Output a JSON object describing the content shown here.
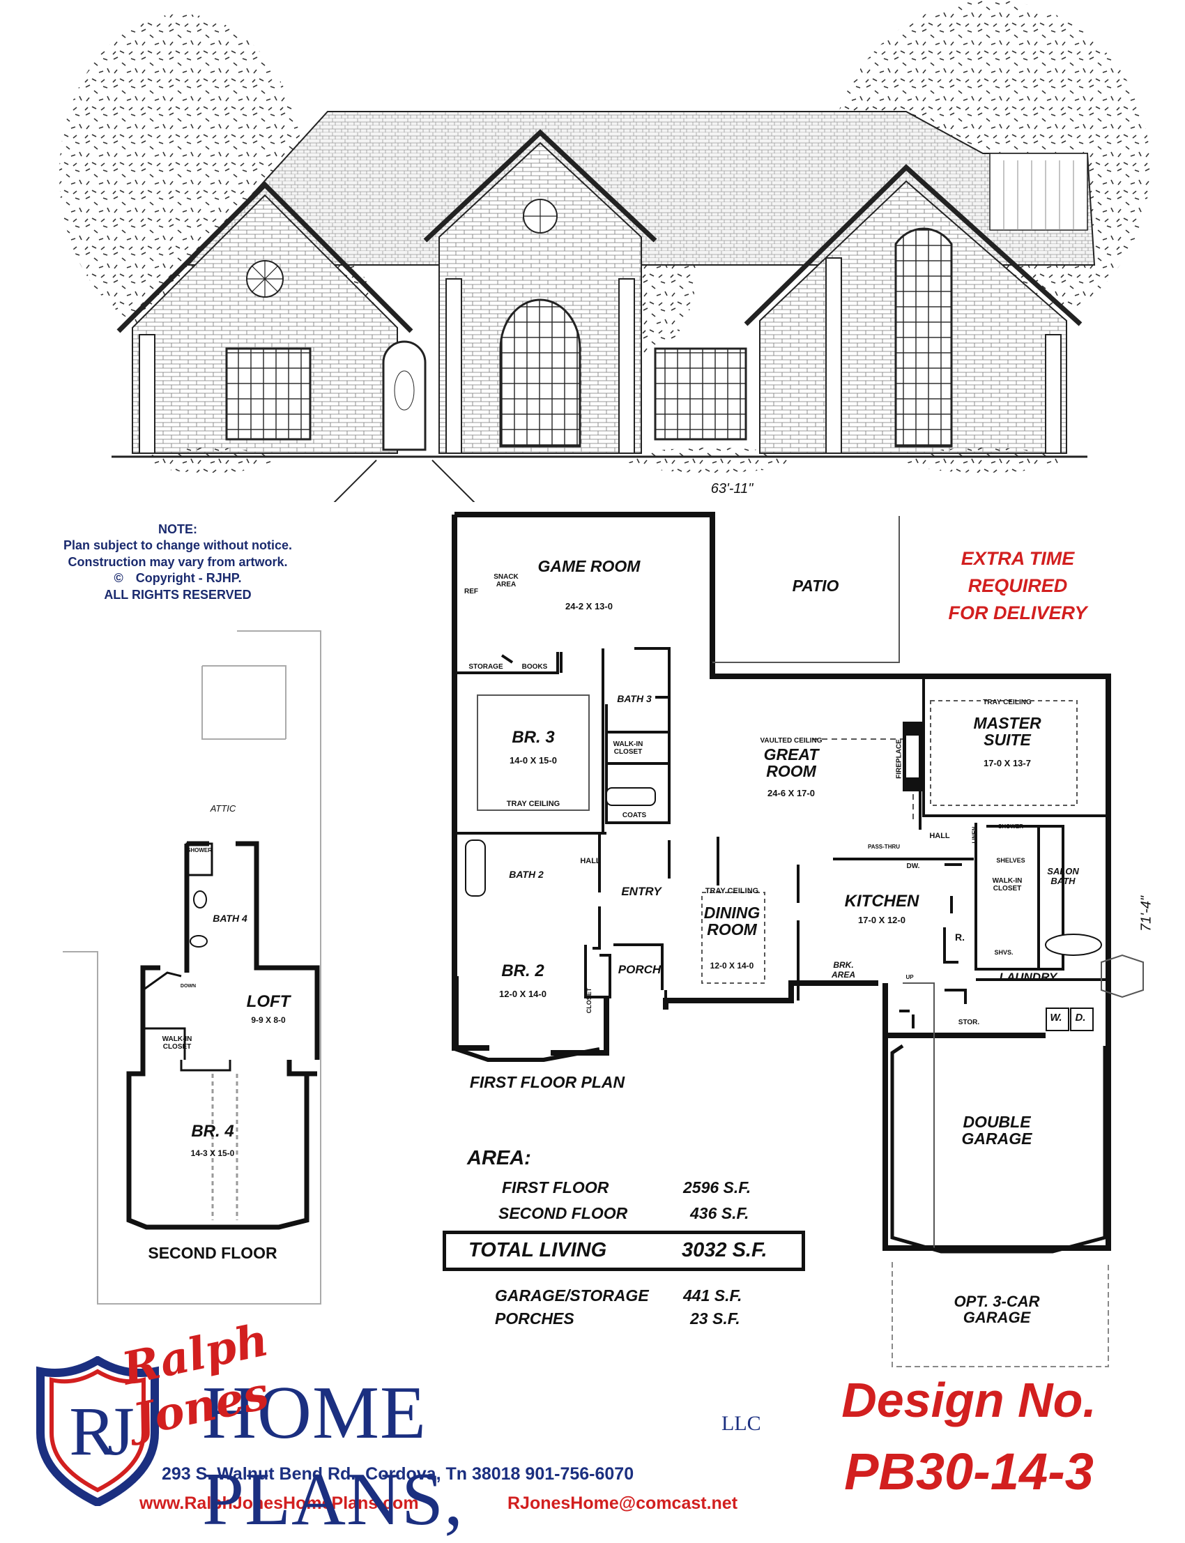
{
  "elevation": {
    "width_dim": "63'-11\""
  },
  "note": {
    "title": "NOTE:",
    "lines": [
      "Plan subject to change without notice.",
      "Construction may vary from artwork.",
      "Copyright - RJHP.",
      "ALL RIGHTS RESERVED"
    ],
    "copyright_symbol": "©"
  },
  "extra_time": [
    "EXTRA TIME",
    "REQUIRED",
    "FOR DELIVERY"
  ],
  "side_dim": "71'-4\"",
  "first_floor": {
    "caption": "FIRST FLOOR PLAN",
    "rooms": {
      "game_room": {
        "name": "GAME ROOM",
        "size": "24-2 X 13-0"
      },
      "patio": {
        "name": "PATIO"
      },
      "snack_area": "SNACK AREA",
      "ref": "REF",
      "storage": "STORAGE",
      "books": "BOOKS",
      "bath3": "BATH 3",
      "br3": {
        "name": "BR. 3",
        "size": "14-0 X 15-0",
        "ceiling": "TRAY CEILING"
      },
      "walkin_closet": "WALK-IN CLOSET",
      "coats": "COATS",
      "great_room": {
        "ceiling": "VAULTED CEILING",
        "name": "GREAT ROOM",
        "size": "24-6 X 17-0"
      },
      "fireplace": "FIREPLACE",
      "master": {
        "ceiling": "TRAY CEILING",
        "name": "MASTER SUITE",
        "size": "17-0 X 13-7"
      },
      "hall_master": "HALL",
      "linen": "LINEN",
      "shower_master": "SHOWER",
      "pass_thru": "PASS-THRU",
      "dw": "DW.",
      "shelves": "SHELVES",
      "master_walkin": "WALK-IN CLOSET",
      "salon_bath": "SALON BATH",
      "shvs": "SHVS.",
      "bath2": "BATH 2",
      "hall": "HALL",
      "entry": "ENTRY",
      "dining": {
        "ceiling": "TRAY CEILING",
        "name": "DINING ROOM",
        "size": "12-0 X 14-0"
      },
      "kitchen": {
        "name": "KITCHEN",
        "size": "17-0 X 12-0"
      },
      "r": "R.",
      "brk_area": "BRK. AREA",
      "up": "UP",
      "laundry": "LAUNDRY",
      "stor": "STOR.",
      "w": "W.",
      "d": "D.",
      "br2": {
        "name": "BR. 2",
        "size": "12-0 X 14-0"
      },
      "closet": "CLOSET",
      "porch": "PORCH",
      "garage": {
        "name": "DOUBLE GARAGE"
      },
      "opt_garage": {
        "name": "OPT. 3-CAR GARAGE"
      }
    }
  },
  "second_floor": {
    "caption": "SECOND FLOOR",
    "attic": "ATTIC",
    "shower": "SHOWER",
    "bath4": "BATH 4",
    "down": "DOWN",
    "loft": {
      "name": "LOFT",
      "size": "9-9 X 8-0"
    },
    "walkin": "WALK-IN CLOSET",
    "br4": {
      "name": "BR. 4",
      "size": "14-3 X 15-0"
    }
  },
  "area": {
    "title": "AREA:",
    "rows": [
      {
        "label": "FIRST FLOOR",
        "value": "2596 S.F."
      },
      {
        "label": "SECOND FLOOR",
        "value": "436 S.F."
      }
    ],
    "total": {
      "label": "TOTAL LIVING",
      "value": "3032 S.F."
    },
    "extra_rows": [
      {
        "label": "GARAGE/STORAGE",
        "value": "441 S.F."
      },
      {
        "label": "PORCHES",
        "value": "23 S.F."
      }
    ]
  },
  "branding": {
    "logo_letters": "RJ",
    "script": "Ralph Jones",
    "name": "HOME PLANS,",
    "llc": "LLC",
    "address": "293 S. Walnut Bend Rd., Cordova, Tn 38018 901-756-6070",
    "website": "www.RalphJonesHomePlans.com",
    "email": "RJonesHome@comcast.net",
    "colors": {
      "navy": "#1b2f80",
      "red": "#d21f1f"
    }
  },
  "design": {
    "label": "Design No.",
    "number": "PB30-14-3"
  }
}
